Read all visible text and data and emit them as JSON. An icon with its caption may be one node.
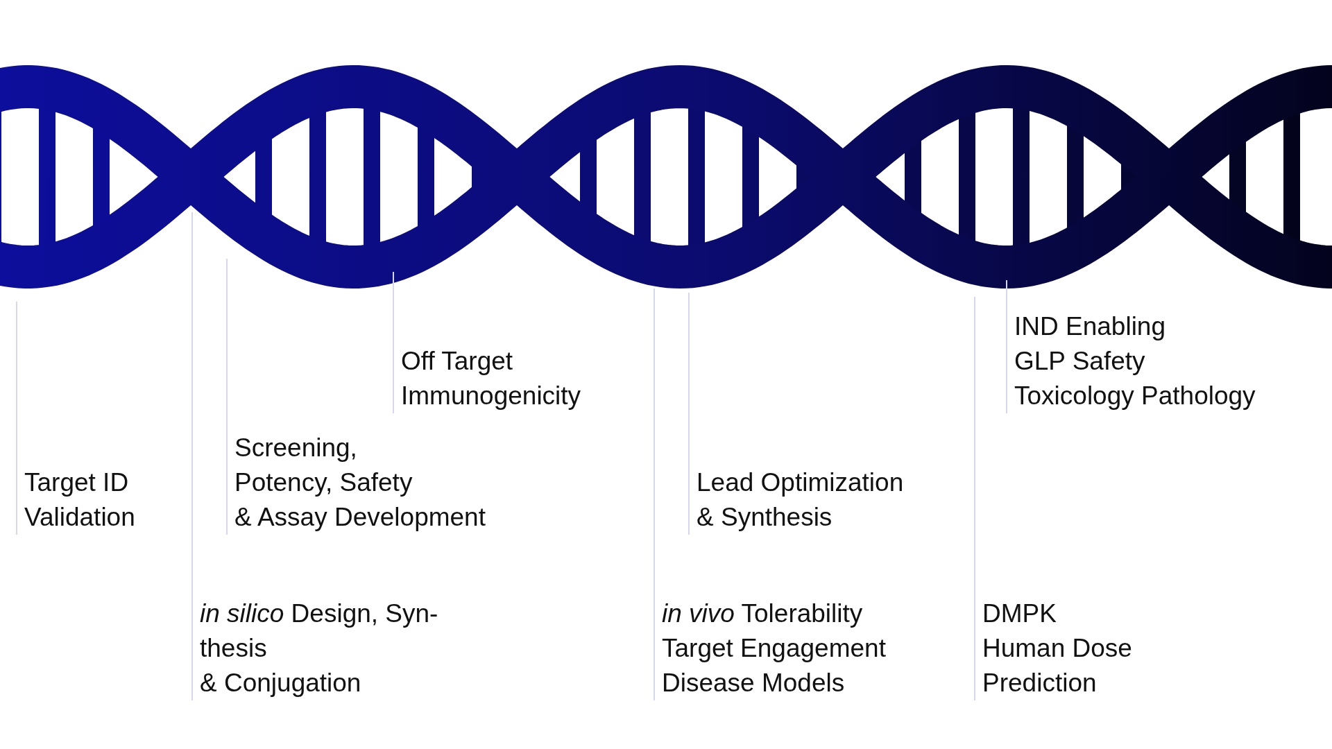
{
  "diagram": {
    "nodes": [
      {
        "text": [
          "Target ID",
          "Validation"
        ]
      },
      {
        "text": [
          "*in silico* Design, Syn-",
          "thesis",
          "& Conjugation"
        ]
      },
      {
        "text": [
          "Screening,",
          "Potency, Safety",
          "& Assay Development"
        ]
      },
      {
        "text": [
          "Off Target",
          "Immunogenicity"
        ]
      },
      {
        "text": [
          "*in vivo* Tolerability",
          "Target Engagement",
          "Disease Models"
        ]
      },
      {
        "text": [
          "Lead Optimization",
          "& Synthesis"
        ]
      },
      {
        "text": [
          "DMPK",
          "Human Dose",
          "Prediction"
        ]
      },
      {
        "text": [
          "IND Enabling",
          "GLP Safety",
          "Toxicology Pathology"
        ]
      }
    ],
    "edges": [
      {
        "from": 0,
        "to": null,
        "arrow": "none"
      },
      {
        "from": 1,
        "to": null,
        "arrow": "none"
      },
      {
        "from": 2,
        "to": null,
        "arrow": "none"
      },
      {
        "from": 3,
        "to": null,
        "arrow": "none"
      },
      {
        "from": 4,
        "to": null,
        "arrow": "none"
      },
      {
        "from": 5,
        "to": null,
        "arrow": "none"
      },
      {
        "from": 6,
        "to": null,
        "arrow": "none"
      },
      {
        "from": 7,
        "to": null,
        "arrow": "none"
      }
    ]
  }
}
